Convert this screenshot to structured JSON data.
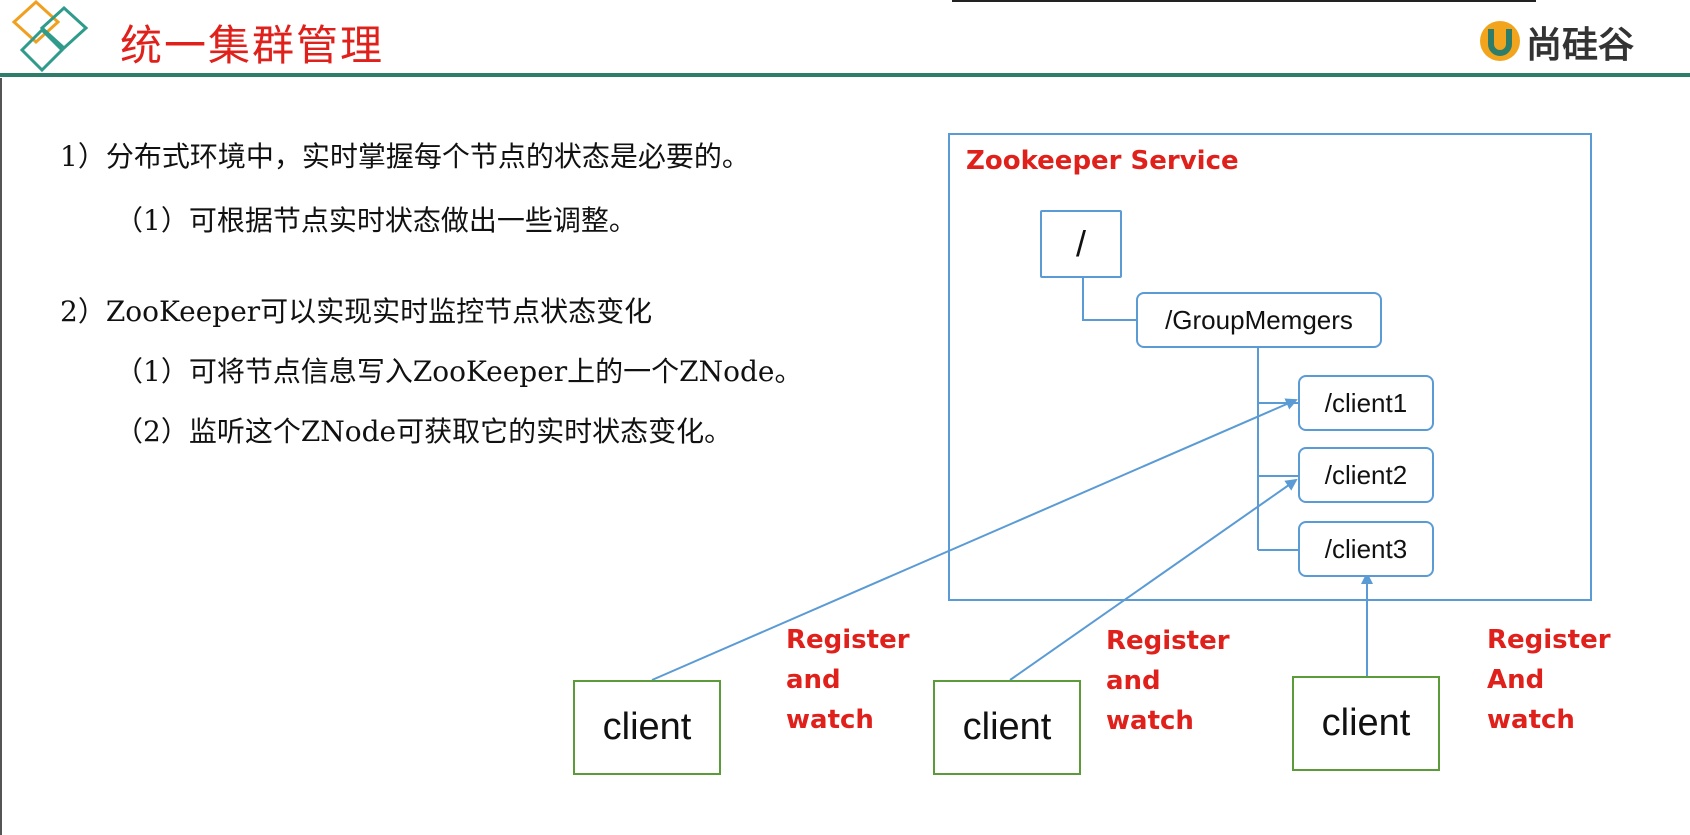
{
  "header": {
    "title": "统一集群管理",
    "logo_text": "尚硅谷",
    "accent": "#e0201b",
    "rule_color": "#2e7d6b"
  },
  "bullets": [
    {
      "level": 1,
      "text": "1）分布式环境中，实时掌握每个节点的状态是必要的。"
    },
    {
      "level": 2,
      "text": "（1）可根据节点实时状态做出一些调整。"
    },
    {
      "level": 1,
      "text": "2）ZooKeeper可以实现实时监控节点状态变化"
    },
    {
      "level": 2,
      "text": "（1）可将节点信息写入ZooKeeper上的一个ZNode。"
    },
    {
      "level": 2,
      "text": "（2）监听这个ZNode可获取它的实时状态变化。"
    }
  ],
  "diagram": {
    "service_label": "Zookeeper Service",
    "nodes": {
      "root": "/",
      "group": "/GroupMemgers",
      "client1": "/client1",
      "client2": "/client2",
      "client3": "/client3"
    },
    "clients": [
      "client",
      "client",
      "client"
    ],
    "register_labels": [
      [
        "Register",
        "and",
        "watch"
      ],
      [
        "Register",
        "and",
        "watch"
      ],
      [
        "Register",
        "And",
        "watch"
      ]
    ]
  }
}
